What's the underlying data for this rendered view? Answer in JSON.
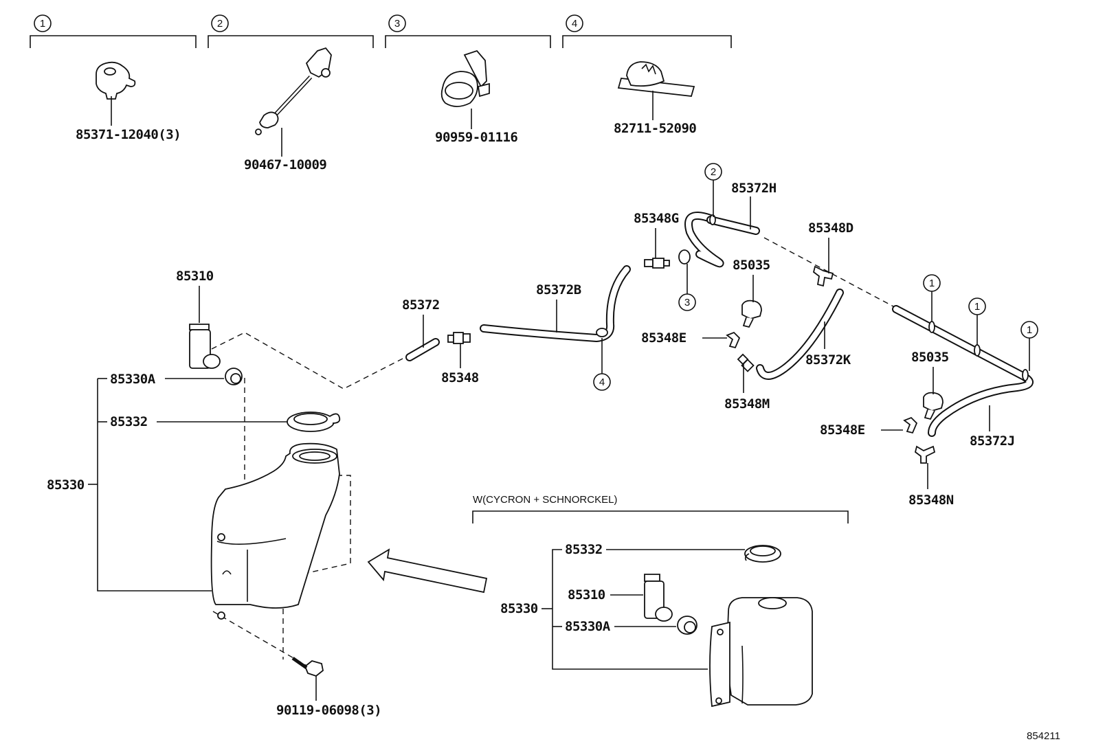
{
  "top_groups": [
    {
      "num": "1",
      "part": "85371-12040(3)"
    },
    {
      "num": "2",
      "part": "90467-10009"
    },
    {
      "num": "3",
      "part": "90959-01116"
    },
    {
      "num": "4",
      "part": "82711-52090"
    }
  ],
  "labels": {
    "p85372H": "85372H",
    "p85348G": "85348G",
    "p85348D": "85348D",
    "p85035_a": "85035",
    "p85035_b": "85035",
    "p85310": "85310",
    "p85372": "85372",
    "p85372B": "85372B",
    "p85348E_a": "85348E",
    "p85348E_b": "85348E",
    "p85372K": "85372K",
    "p85348M": "85348M",
    "p85330A": "85330A",
    "p85348": "85348",
    "p85332": "85332",
    "p85372J": "85372J",
    "p85348N": "85348N",
    "p85330": "85330",
    "p90119": "90119-06098(3)"
  },
  "callouts": {
    "c2": "2",
    "c3": "3",
    "c4": "4",
    "c1a": "1",
    "c1b": "1",
    "c1c": "1"
  },
  "variant": {
    "title": "W(CYCRON + SCHNORCKEL)",
    "p85332": "85332",
    "p85310": "85310",
    "p85330": "85330",
    "p85330A": "85330A"
  },
  "diagram_id": "854211"
}
